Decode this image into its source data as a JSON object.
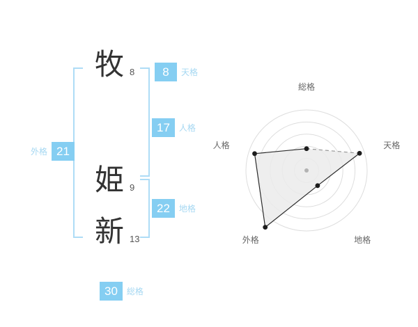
{
  "name": {
    "characters": [
      {
        "char": "牧",
        "strokes": "8"
      },
      {
        "char": "姫",
        "strokes": "9"
      },
      {
        "char": "新",
        "strokes": "13"
      }
    ]
  },
  "badges": {
    "tenkaku": {
      "value": "8",
      "label": "天格"
    },
    "jinkaku": {
      "value": "17",
      "label": "人格"
    },
    "chikaku": {
      "value": "22",
      "label": "地格"
    },
    "gaikaku": {
      "value": "21",
      "label": "外格"
    },
    "soukaku": {
      "value": "30",
      "label": "総格"
    }
  },
  "colors": {
    "badge_blue": "#85cef2",
    "label_blue": "#a6d8f2",
    "bracket_blue": "#aedcf6"
  },
  "chart_data": {
    "type": "radar",
    "axes": [
      "総格",
      "天格",
      "地格",
      "外格",
      "人格"
    ],
    "values": [
      36,
      92,
      31,
      116,
      90
    ],
    "max": 100,
    "rings": 5,
    "start_angle_deg": -90,
    "direction": "clockwise",
    "dashed_edges": [
      [
        0,
        1
      ]
    ],
    "legend": "none",
    "grid": "#dddddd",
    "fill": "#ebebeb",
    "line": "#2a2a2a",
    "dash_color": "#999999",
    "dot_color": "#1c1c1c",
    "center_dot_color": "#b3b3b3",
    "label_color": "#666666"
  }
}
